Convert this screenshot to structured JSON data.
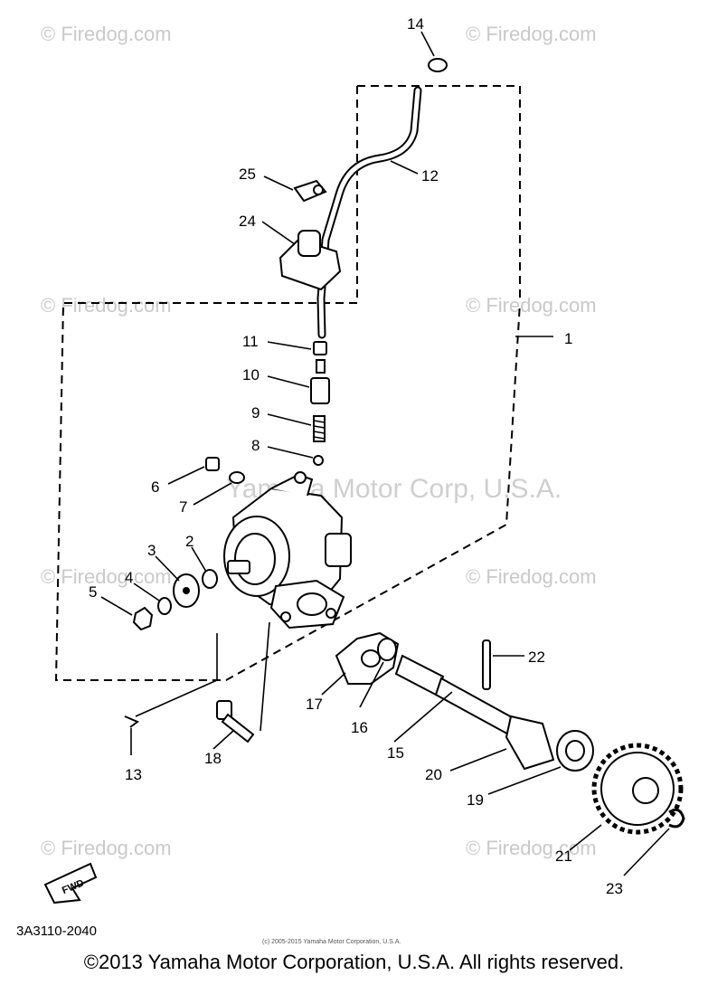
{
  "watermarks": {
    "firedog": "© Firedog.com",
    "center": "Yamaha Motor Corp, U.S.A."
  },
  "callouts": [
    "1",
    "2",
    "3",
    "4",
    "5",
    "6",
    "7",
    "8",
    "9",
    "10",
    "11",
    "12",
    "13",
    "14",
    "15",
    "16",
    "17",
    "18",
    "19",
    "20",
    "21",
    "22",
    "23",
    "24",
    "25"
  ],
  "arrow_label": "FWD",
  "diagram_code": "3A3110-2040",
  "small_copyright": "(c) 2005-2015 Yamaha Motor Corporation, U.S.A.",
  "copyright": "©2013 Yamaha Motor Corporation, U.S.A. All rights reserved."
}
